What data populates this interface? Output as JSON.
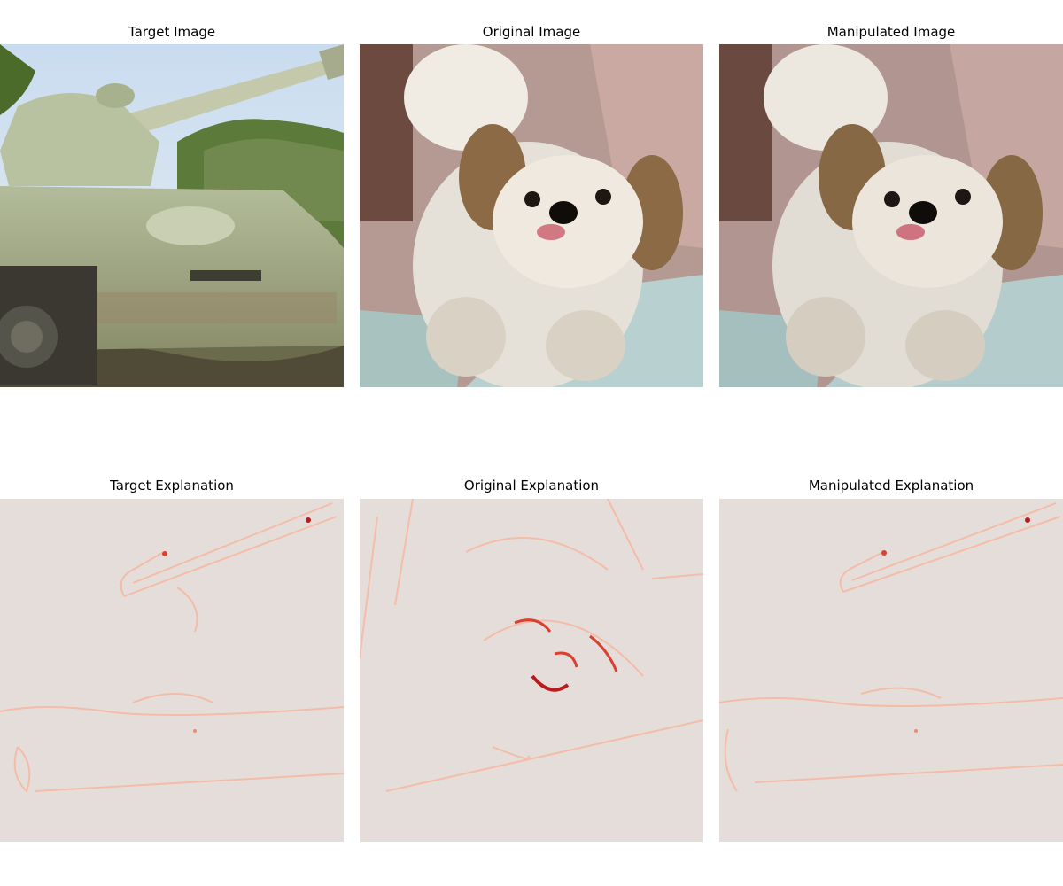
{
  "figure": {
    "panels": [
      {
        "title": "Target Image",
        "content": "tank photograph"
      },
      {
        "title": "Original Image",
        "content": "dog photograph"
      },
      {
        "title": "Manipulated Image",
        "content": "dog photograph"
      },
      {
        "title": "Target Explanation",
        "content": "saliency heatmap"
      },
      {
        "title": "Original Explanation",
        "content": "saliency heatmap"
      },
      {
        "title": "Manipulated Explanation",
        "content": "saliency heatmap"
      }
    ]
  },
  "colors": {
    "heatmap_background": "#e5ddd9",
    "heatmap_low": "#f5b9a3",
    "heatmap_high": "#b81c1c"
  }
}
